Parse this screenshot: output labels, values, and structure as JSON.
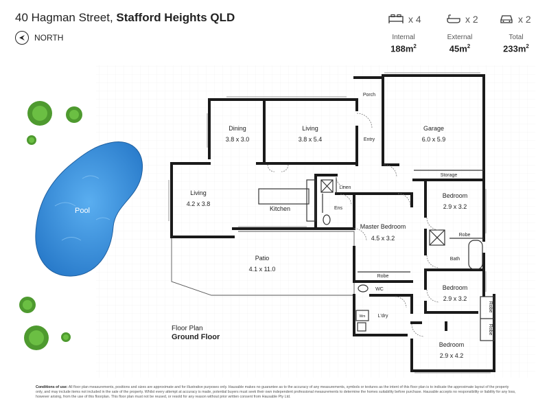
{
  "header": {
    "address_street": "40 Hagman Street, ",
    "address_suburb": "Stafford Heights QLD",
    "north_label": "NORTH"
  },
  "stats": {
    "bedrooms": "x 4",
    "bathrooms": "x 2",
    "cars": "x 2"
  },
  "areas": [
    {
      "label": "Internal",
      "value": "188m",
      "unit": "2"
    },
    {
      "label": "External",
      "value": "45m",
      "unit": "2"
    },
    {
      "label": "Total",
      "value": "233m",
      "unit": "2"
    }
  ],
  "rooms": {
    "dining": {
      "name": "Dining",
      "size": "3.8 x 3.0"
    },
    "living_top": {
      "name": "Living",
      "size": "3.8 x 5.4"
    },
    "porch": {
      "name": "Porch"
    },
    "entry": {
      "name": "Entry"
    },
    "garage": {
      "name": "Garage",
      "size": "6.0 x 5.9"
    },
    "storage": {
      "name": "Storage"
    },
    "living_left": {
      "name": "Living",
      "size": "4.2 x 3.8"
    },
    "kitchen": {
      "name": "Kitchen"
    },
    "linen": {
      "name": "Linen"
    },
    "ens": {
      "name": "Ens"
    },
    "master": {
      "name": "Master Bedroom",
      "size": "4.5 x 3.2"
    },
    "robe_master": {
      "name": "Robe"
    },
    "bed1": {
      "name": "Bedroom",
      "size": "2.9 x 3.2"
    },
    "robe_bed1": {
      "name": "Robe"
    },
    "bath": {
      "name": "Bath"
    },
    "patio": {
      "name": "Patio",
      "size": "4.1 x 11.0"
    },
    "wc": {
      "name": "WC"
    },
    "ldry": {
      "name": "L'dry"
    },
    "wm": {
      "name": "Wm"
    },
    "bed2": {
      "name": "Bedroom",
      "size": "2.9 x 3.2"
    },
    "robe_bed2": {
      "name": "Robe"
    },
    "bed3": {
      "name": "Bedroom",
      "size": "2.9 x 4.2"
    },
    "robe_bed3": {
      "name": "Robe"
    },
    "pool": {
      "name": "Pool"
    }
  },
  "floorplan": {
    "line1": "Floor Plan",
    "line2": "Ground Floor"
  },
  "conditions": {
    "title": "Conditions of use:",
    "text": "All floor plan measurements, positions and sizes are approximate and for illustrative purposes only. Hausable makes no guarantee as to the accuracy of any measurements, symbols or textures as the intent of this floor plan is to indicate the approximate layout of the property only, and may include items not included in the sale of the property. Whilst every attempt at accuracy is made, potential buyers must seek their own independent professional measurements to determine the homes suitability before purchase. Hausable accepts no responsibility or liability for any loss, however arising, from the use of this floorplan. This floor plan must not be reused, or resold for any reason without prior written consent from Hausable Pty Ltd."
  },
  "colors": {
    "wall": "#1a1a1a",
    "pool": "#3a8fd6",
    "tree": "#4e9a2f"
  }
}
